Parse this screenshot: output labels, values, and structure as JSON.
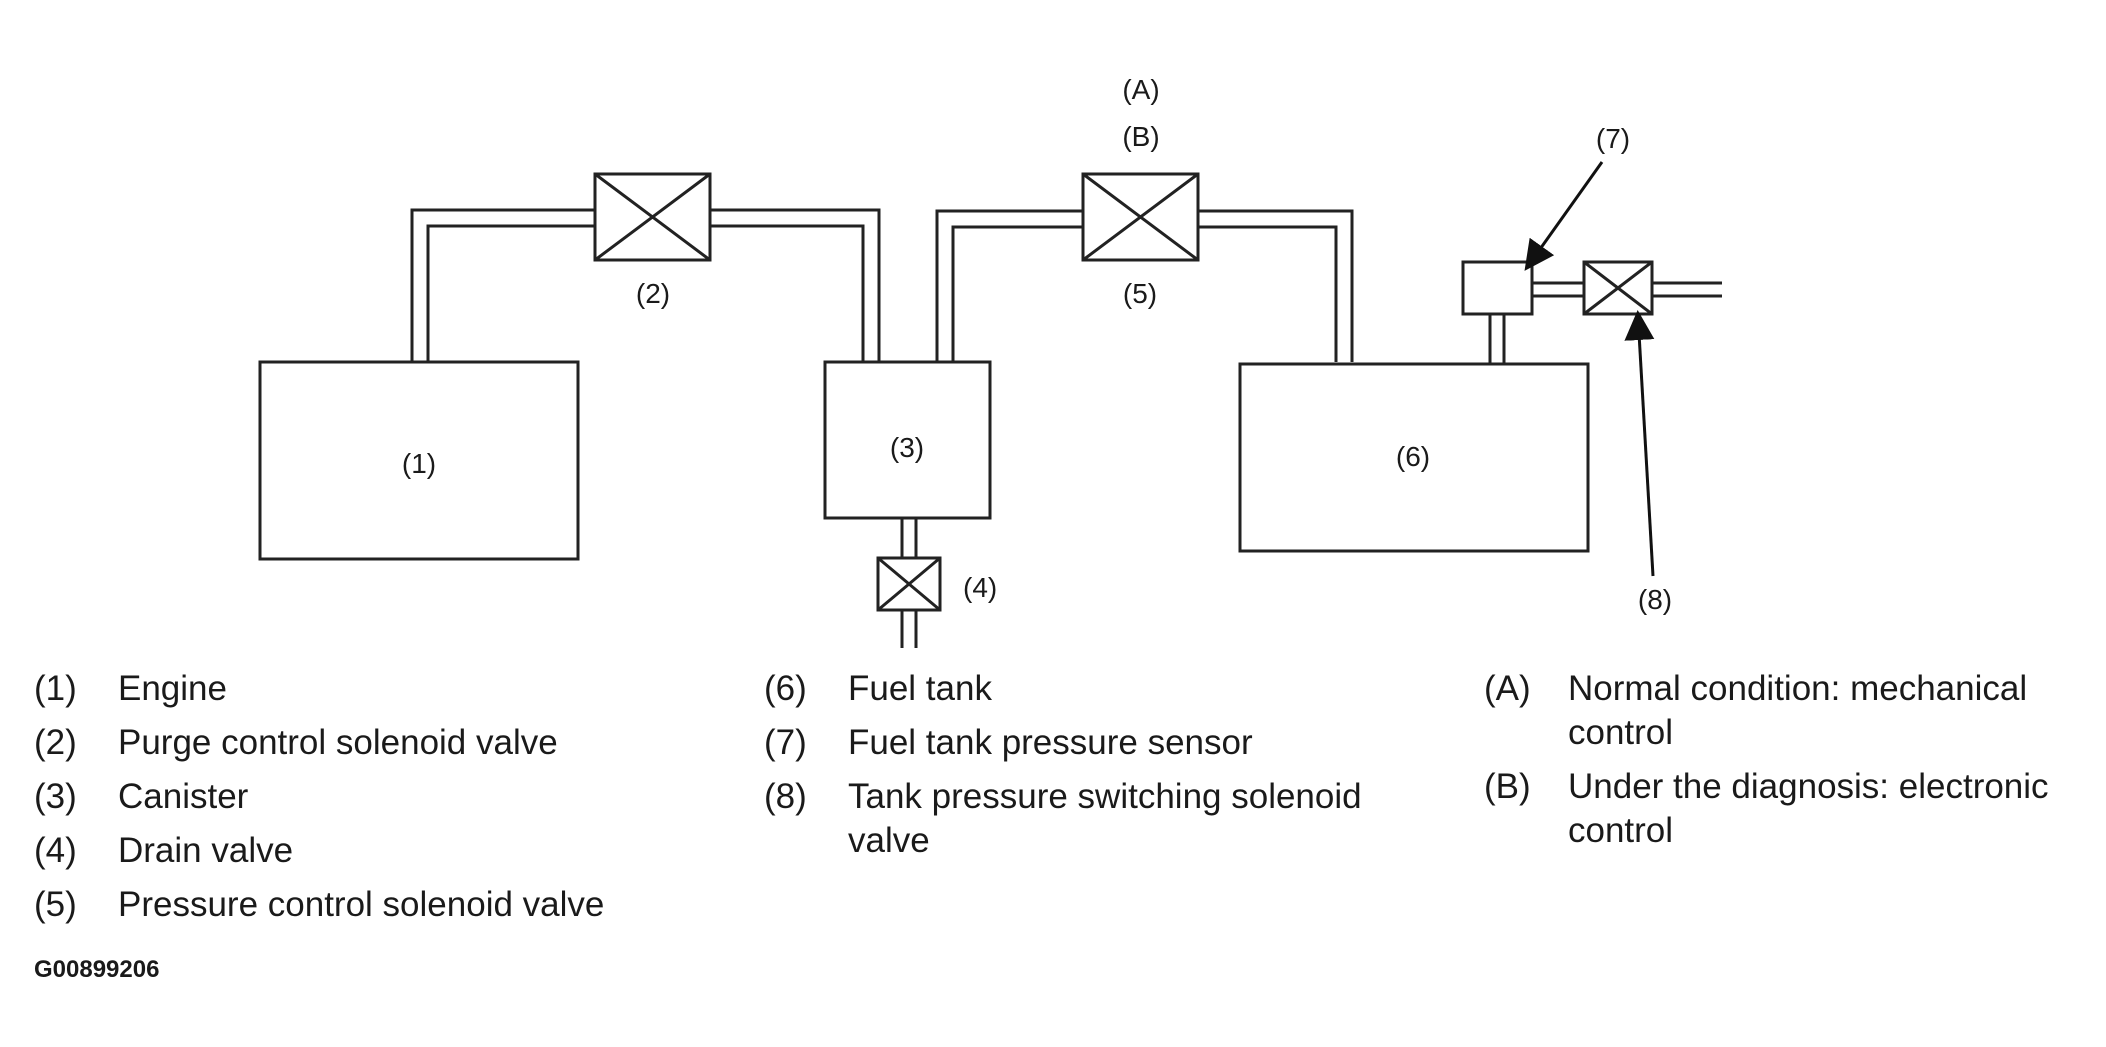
{
  "diagram": {
    "labels": {
      "engine": "(1)",
      "purge_valve": "(2)",
      "canister": "(3)",
      "drain_valve": "(4)",
      "pressure_valve": "(5)",
      "fuel_tank": "(6)",
      "pressure_sensor": "(7)",
      "switching_valve": "(8)",
      "condition_a": "(A)",
      "condition_b": "(B)"
    }
  },
  "legend": {
    "col1": [
      {
        "key": "(1)",
        "text": "Engine"
      },
      {
        "key": "(2)",
        "text": "Purge control solenoid valve"
      },
      {
        "key": "(3)",
        "text": "Canister"
      },
      {
        "key": "(4)",
        "text": "Drain valve"
      },
      {
        "key": "(5)",
        "text": "Pressure control solenoid valve"
      }
    ],
    "col2": [
      {
        "key": "(6)",
        "text": "Fuel tank"
      },
      {
        "key": "(7)",
        "text": "Fuel tank pressure sensor"
      },
      {
        "key": "(8)",
        "text": "Tank pressure switching solenoid valve"
      }
    ],
    "col3": [
      {
        "key": "(A)",
        "text": "Normal condition: mechanical control"
      },
      {
        "key": "(B)",
        "text": "Under the diagnosis: electronic control"
      }
    ]
  },
  "figure_id": "G00899206"
}
